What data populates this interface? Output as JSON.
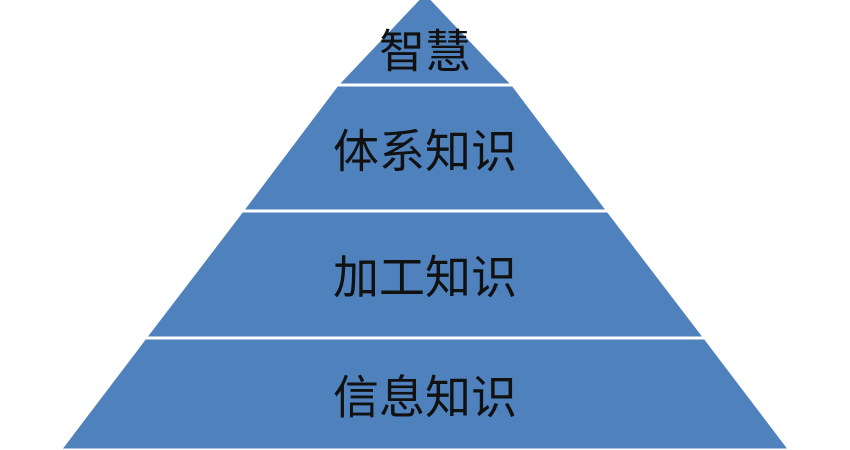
{
  "pyramid": {
    "levels": [
      {
        "label": "智慧"
      },
      {
        "label": "体系知识"
      },
      {
        "label": "加工知识"
      },
      {
        "label": "信息知识"
      }
    ],
    "colors": {
      "fill": "#4f81bd",
      "separator": "#ffffff",
      "text": "#111111"
    }
  }
}
